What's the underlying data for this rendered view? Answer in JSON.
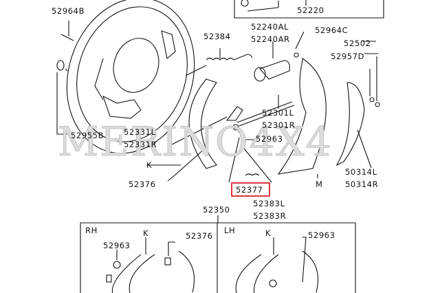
{
  "diagram": {
    "watermark": "MERINO4X4",
    "highlighted_part": "52377",
    "highlight_color": "#d9363e",
    "labels": {
      "p52964B": "52964B",
      "p52220": "52220",
      "p52384": "52384",
      "p52240AL": "52240AL",
      "p52240AR": "52240AR",
      "p52964C": "52964C",
      "p52502": "52502",
      "p52957D": "52957D",
      "p52301L": "52301L",
      "p52301R": "52301R",
      "p52963": "52963",
      "p52955B": "52955B",
      "p52331L": "52331L",
      "p52331R": "52331R",
      "k": "K",
      "p52376": "52376",
      "p52377": "52377",
      "p52383L": "52383L",
      "p52383R": "52383R",
      "m": "M",
      "p50314L": "50314L",
      "p50314R": "50314R",
      "p52350": "52350"
    },
    "kit_box": {
      "rh": {
        "side": "RH",
        "k": "K",
        "p52963": "52963",
        "p52376": "52376"
      },
      "lh": {
        "side": "LH",
        "k": "K",
        "p52963": "52963"
      }
    }
  }
}
